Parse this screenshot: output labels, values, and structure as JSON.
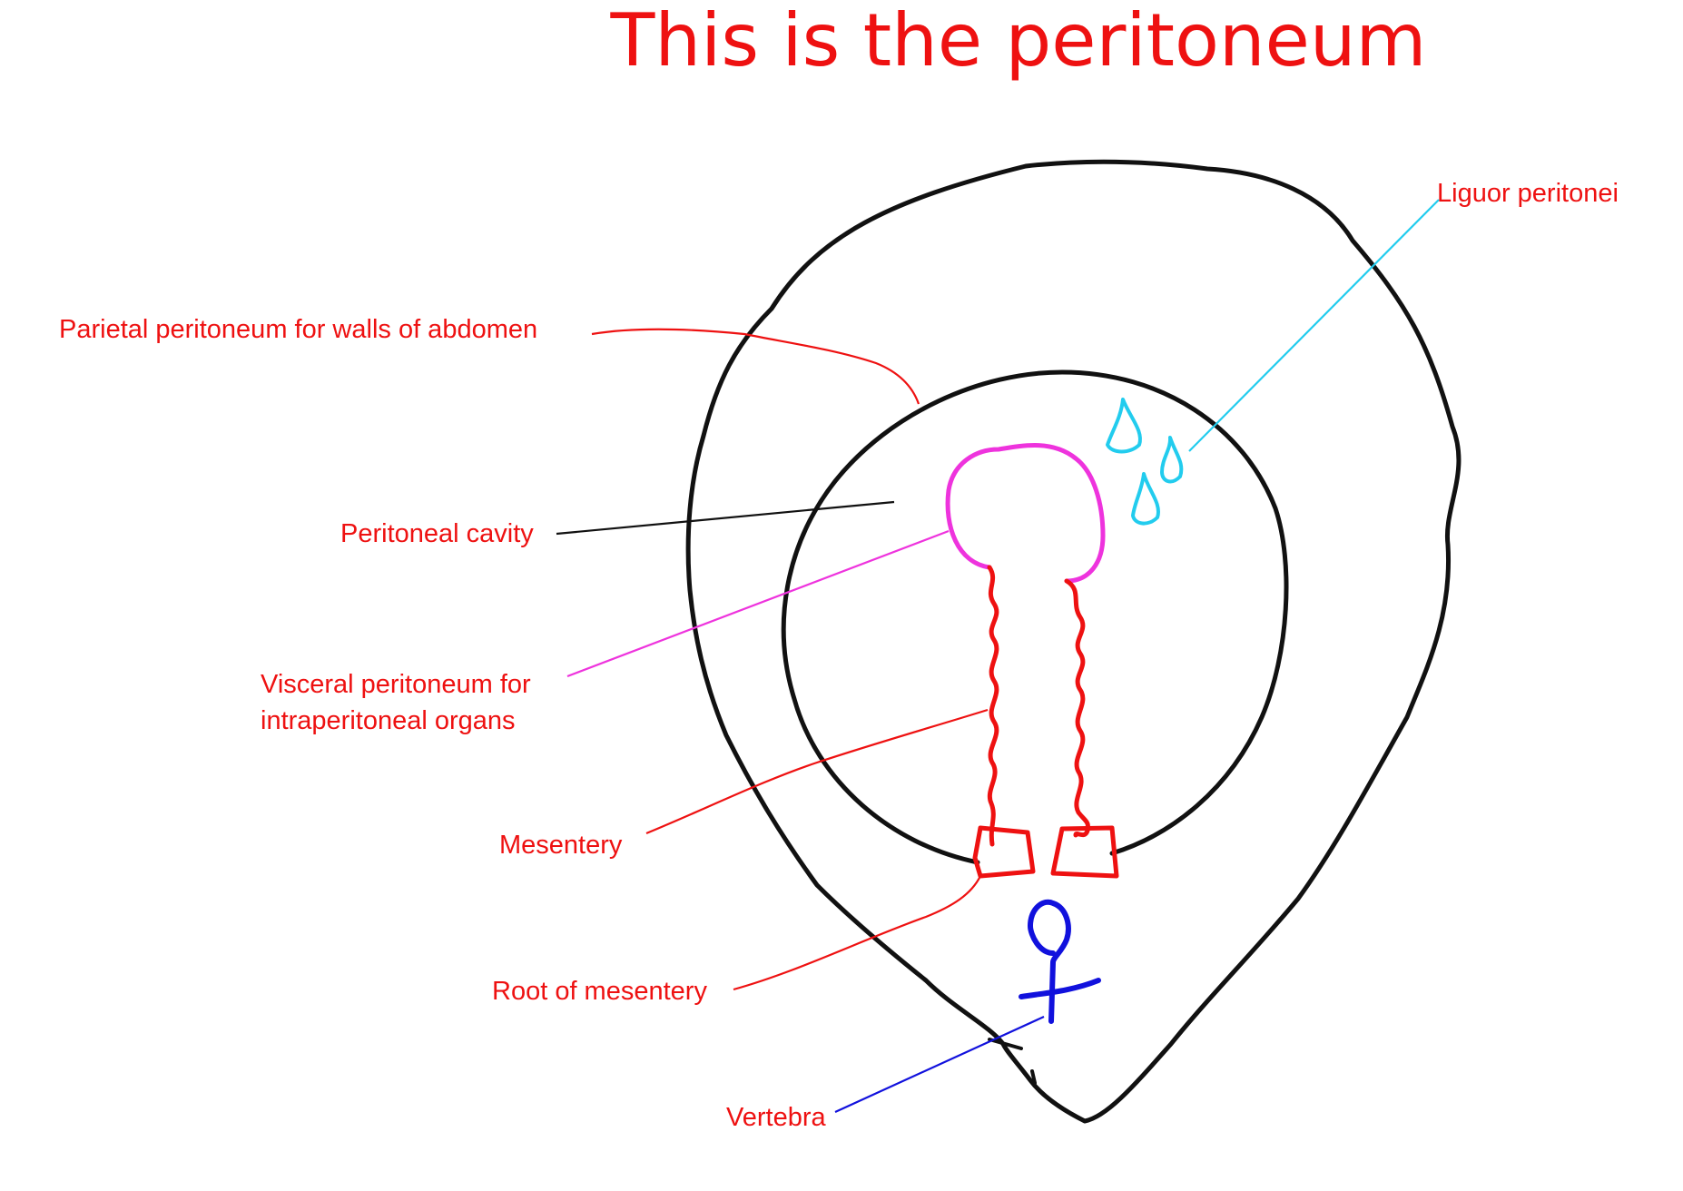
{
  "title": "This is the peritoneum",
  "labels": {
    "parietal": "Parietal peritoneum for walls of abdomen",
    "cavity": "Peritoneal cavity",
    "visceral_line1": "Visceral peritoneum for",
    "visceral_line2": "intraperitoneal organs",
    "mesentery": "Mesentery",
    "root": "Root of mesentery",
    "vertebra": "Vertebra",
    "liquor": "Liguor peritonei"
  },
  "colors": {
    "title": "#ee1111",
    "label": "#ee1111",
    "outline": "#111111",
    "organ": "#ee33dd",
    "mesentery": "#ee1111",
    "liquor": "#22ccee",
    "vertebra": "#1111dd"
  }
}
